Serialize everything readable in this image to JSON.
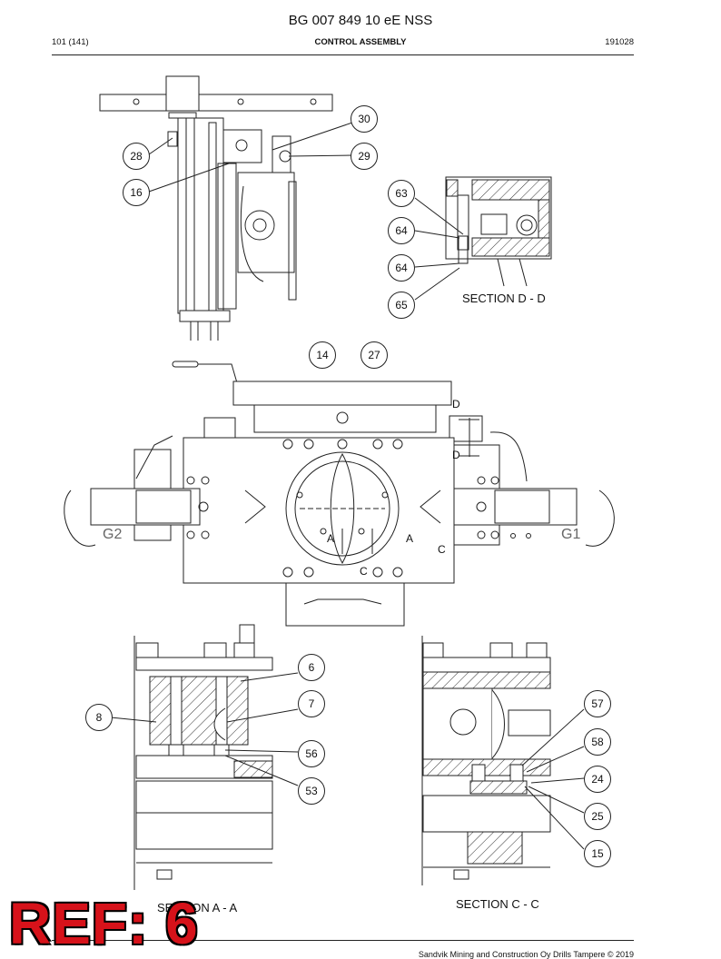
{
  "header": {
    "doc_title": "BG 007 849 10 eE NSS",
    "page": "101 (141)",
    "section": "CONTROL ASSEMBLY",
    "date_code": "191028"
  },
  "section_labels": {
    "d_d": "SECTION D - D",
    "a_a": "SECTION A - A",
    "c_c": "SECTION C - C"
  },
  "view_letters": {
    "d_top": "D",
    "d_bottom": "D",
    "a_left": "A",
    "a_right": "A",
    "c_left": "C",
    "c_right": "C",
    "g1": "G1",
    "g2": "G2"
  },
  "callouts": {
    "c30": "30",
    "c28": "28",
    "c29": "29",
    "c16": "16",
    "c63": "63",
    "c64a": "64",
    "c64b": "64",
    "c65": "65",
    "c14": "14",
    "c27": "27",
    "c6": "6",
    "c7": "7",
    "c8": "8",
    "c56": "56",
    "c53": "53",
    "c57": "57",
    "c58": "58",
    "c24": "24",
    "c25": "25",
    "c15": "15"
  },
  "stamp": "REF: 6",
  "footer": {
    "copyright": "Sandvik Mining and Construction Oy Drills Tampere © 2019"
  }
}
